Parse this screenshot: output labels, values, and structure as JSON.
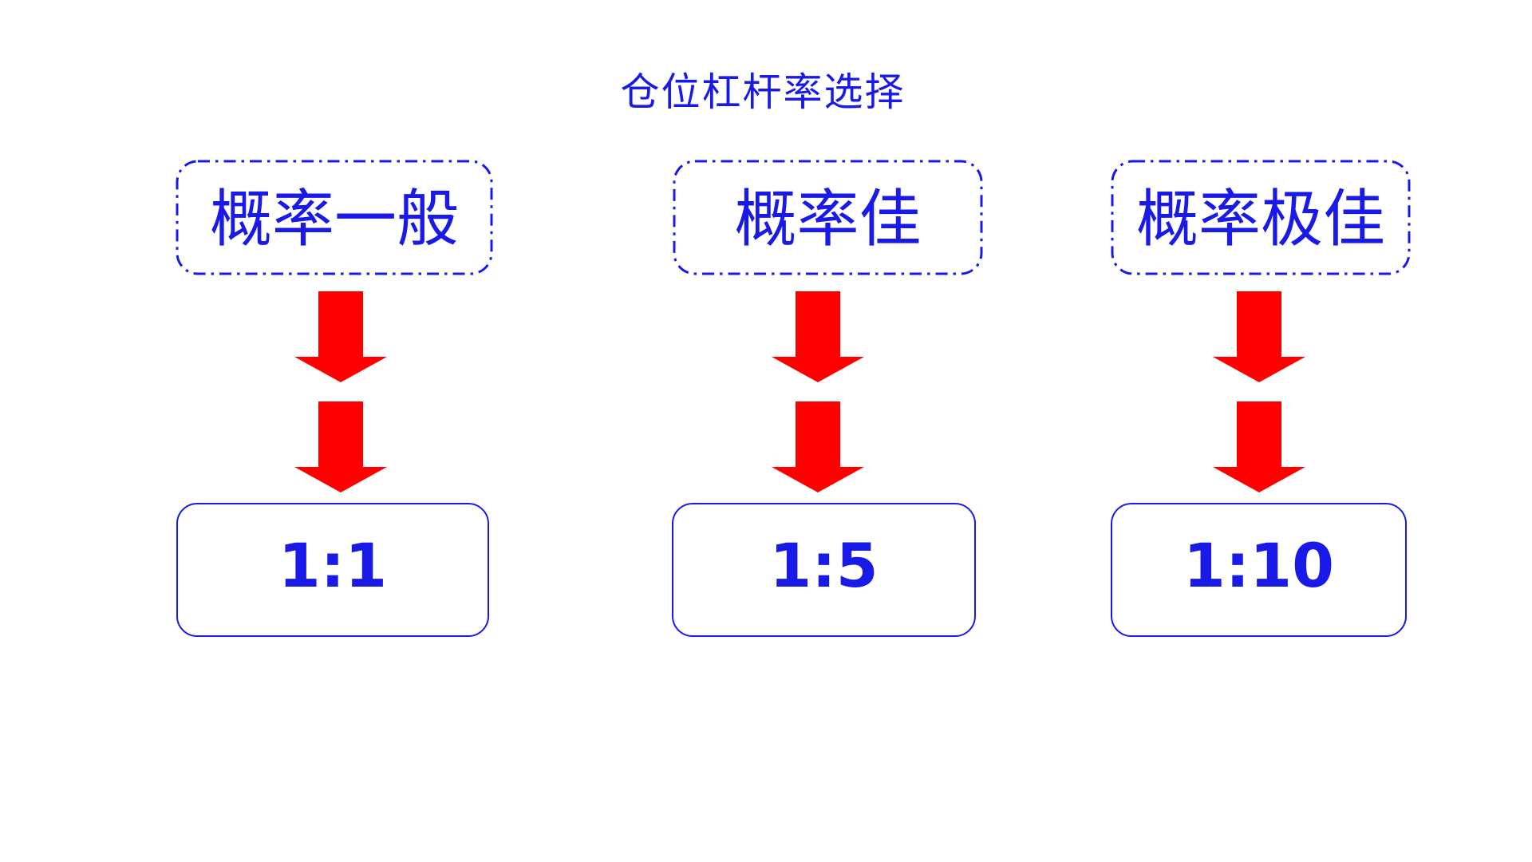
{
  "title": "仓位杠杆率选择",
  "colors": {
    "blue": "#1A1AE8",
    "red": "#FF0000",
    "background": "#FFFFFF"
  },
  "columns": [
    {
      "probability": "概率一般",
      "leverage": "1:1"
    },
    {
      "probability": "概率佳",
      "leverage": "1:5"
    },
    {
      "probability": "概率极佳",
      "leverage": "1:10"
    }
  ]
}
